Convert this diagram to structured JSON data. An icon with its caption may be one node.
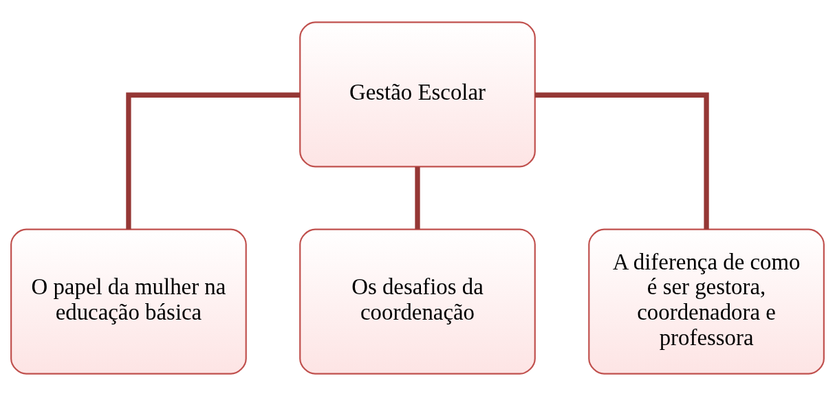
{
  "diagram": {
    "nodes": [
      {
        "text": [
          "Gestão Escolar"
        ]
      },
      {
        "text": [
          "O papel da mulher na educação básica"
        ]
      },
      {
        "text": [
          "Os desafios da coordenação"
        ]
      },
      {
        "text": [
          "A diferença de como é ser gestora, coordenadora e professora"
        ]
      }
    ],
    "edges": [
      {
        "from": 0,
        "to": 1,
        "arrow": "none"
      },
      {
        "from": 0,
        "to": 2,
        "arrow": "none"
      },
      {
        "from": 0,
        "to": 3,
        "arrow": "none"
      }
    ]
  }
}
